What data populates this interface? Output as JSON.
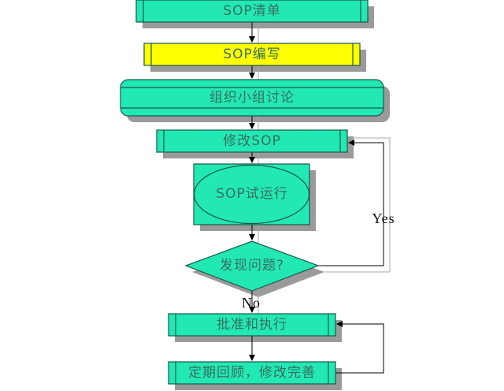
{
  "colors": {
    "fill": "#22e8b4",
    "highlight": "#ffff00",
    "shadow": "#9a9a9a",
    "text": "#3a6e5e"
  },
  "steps": [
    {
      "label": "SOP清单"
    },
    {
      "label": "SOP编写"
    },
    {
      "label": "组织小组讨论"
    },
    {
      "label": "修改SOP"
    },
    {
      "label": "SOP试运行"
    },
    {
      "label": "发现问题?"
    },
    {
      "label": "批准和执行"
    },
    {
      "label": "定期回顾，修改完善"
    }
  ],
  "branches": {
    "yes": "Yes",
    "no": "No"
  }
}
